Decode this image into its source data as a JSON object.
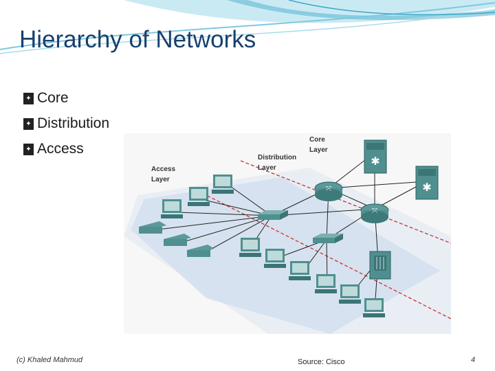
{
  "slide": {
    "title": "Hierarchy of Networks",
    "bullets": [
      {
        "label": "Core",
        "icon": "bullet-glyph-icon"
      },
      {
        "label": "Distribution",
        "icon": "bullet-glyph-icon"
      },
      {
        "label": "Access",
        "icon": "bullet-glyph-icon"
      }
    ],
    "bullet_glyph": "✦",
    "footer_left": "(c) Khaled Mahmud",
    "footer_source": "Source: Cisco",
    "page_number": "4"
  },
  "diagram": {
    "core_label": [
      "Core",
      "Layer"
    ],
    "distribution_label": [
      "Distribution",
      "Layer"
    ],
    "access_label": [
      "Access",
      "Layer"
    ]
  },
  "colors": {
    "title": "#17406d",
    "swoosh": "#7ec8df",
    "device": "#4f8f8f",
    "layer_line": "#d03030",
    "floor": "#dce6f2"
  }
}
